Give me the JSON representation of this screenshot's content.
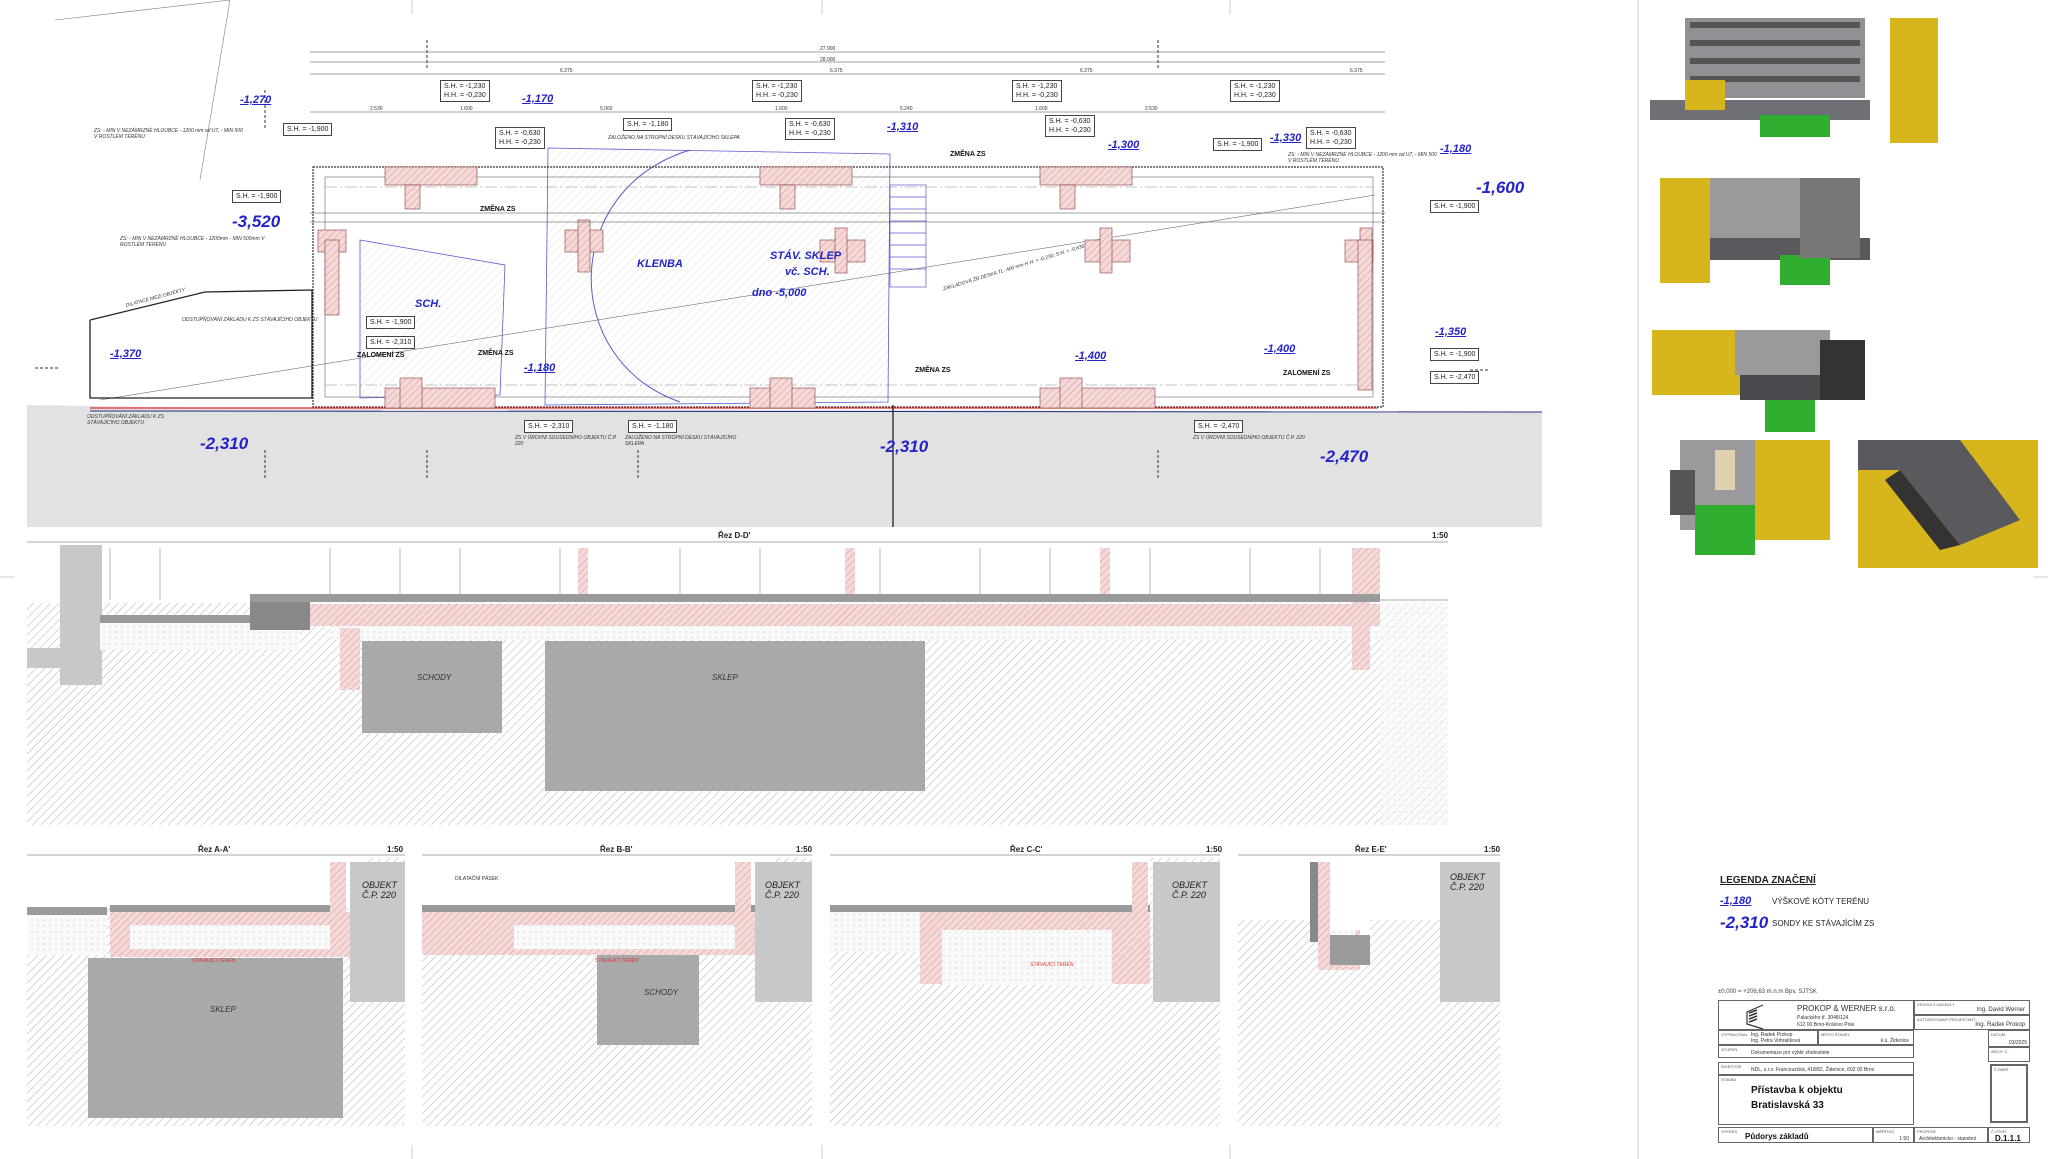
{
  "plan": {
    "terrain_levels": [
      "-1,270",
      "-1,170",
      "-1,310",
      "-1,300",
      "-1,330",
      "-1,180",
      "-1,370",
      "-1,180",
      "-1,400",
      "-1,400",
      "-1,350"
    ],
    "probe_levels": [
      "-3,520",
      "-1,600",
      "-2,310",
      "-2,310",
      "-2,470"
    ],
    "rooms": [
      "SCH.",
      "KLENBA",
      "STÁV. SKLEP",
      "vč. SCH.",
      "dno -5,000"
    ],
    "zs_labels": [
      "ZMĚNA ZS",
      "ZMĚNA ZS",
      "ZMĚNA ZS",
      "ZMĚNA ZS",
      "ZALOMENÍ ZS",
      "ZALOMENÍ ZS"
    ],
    "level_boxes": [
      [
        "S.H. = -1,230",
        "H.H. = -0,230"
      ],
      [
        "S.H. = -1,230",
        "H.H. = -0,230"
      ],
      [
        "S.H. = -1,230",
        "H.H. = -0,230"
      ],
      [
        "S.H. = -1,230",
        "H.H. = -0,230"
      ],
      [
        "S.H. = -0,630",
        "H.H. = -0,230"
      ],
      [
        "S.H. = -0,630",
        "H.H. = -0,230"
      ],
      [
        "S.H. = -0,630",
        "H.H. = -0,230"
      ],
      [
        "S.H. = -0,630",
        "H.H. = -0,230"
      ],
      [
        "S.H. = -1,900"
      ],
      [
        "S.H. = -1,900"
      ],
      [
        "S.H. = -1,180"
      ],
      [
        "S.H. = -1,900"
      ],
      [
        "S.H. = -1,900"
      ],
      [
        "S.H. = -1,900"
      ],
      [
        "S.H. = -2,310"
      ],
      [
        "S.H. = -2,310"
      ],
      [
        "S.H. = -1,180"
      ],
      [
        "S.H. = -2,470"
      ],
      [
        "S.H. = -1,900"
      ],
      [
        "S.H. = -2,470"
      ]
    ],
    "notes": [
      "ZS: - MIN V NEZÁMRZNÉ HLOUBCE - 1200 mm od UT, - MIN 500 V ROSTLÉM TERÉNU",
      "ZS: - MIN V NEZÁMRZNÉ HLOUBCE - 1200mm - MIN 500mm V ROSTLÉM TERÉNU",
      "ZS: - MIN V NEZÁMRZNÉ HLOUBCE - 1200 mm od UT, - MIN 500 V ROSTLÉM TERÉNU",
      "ZALOŽENO NA STROPNÍ DESKU STÁVAJÍCÍHO SKLEPA",
      "DILATACE MEZI OBJEKTY",
      "ODSTUPŇOVÁNÍ ZÁKLADU K ZS STÁVAJÍCÍHO OBJEKTU",
      "ODSTUPŇOVÁNÍ ZÁKLADU K ZS STÁVAJÍCÍHO OBJEKTU",
      "ZS V ÚROVNI SOUSEDNÍHO OBJEKTU Č.P. 220",
      "ZALOŽENO NA STROPNÍ DESKU STÁVAJÍCÍHO SKLEPA",
      "ZS V ÚROVNI SOUSEDNÍHO OBJEKTU Č.P. 220",
      "ZÁKLADOVÁ ŽB DESKA TL. 400 mm H.H. = -0,230; S.H. = -0,630"
    ],
    "dimensions": {
      "overall_1": "27.900",
      "overall_2": "28.000",
      "bays": [
        "6.375",
        "6.375",
        "6.375",
        "6.375"
      ],
      "middle": [
        "2.530",
        "1.600",
        "5.060",
        "1.600",
        "5.240",
        "1.600",
        "2.530"
      ]
    }
  },
  "sections": {
    "dd": {
      "title": "Řez D-D'",
      "scale": "1:50",
      "labels": [
        "SCHODY",
        "SKLEP"
      ]
    },
    "aa": {
      "title": "Řez A-A'",
      "scale": "1:50",
      "label": "SKLEP",
      "object": "OBJEKT Č.P. 220",
      "terrain": "STÁVAJÍCÍ TERÉN"
    },
    "bb": {
      "title": "Řez B-B'",
      "scale": "1:50",
      "label": "SCHODY",
      "object": "OBJEKT Č.P. 220",
      "terrain": "STÁVAJÍCÍ TERÉN",
      "note": "DILATAČNÍ PÁSEK"
    },
    "cc": {
      "title": "Řez C-C'",
      "scale": "1:50",
      "object": "OBJEKT Č.P. 220",
      "terrain": "STÁVAJÍCÍ TERÉN"
    },
    "ee": {
      "title": "Řez E-E'",
      "scale": "1:50",
      "object": "OBJEKT Č.P. 220"
    }
  },
  "legend": {
    "title": "LEGENDA ZNAČENÍ",
    "items": [
      {
        "symbol": "-1,180",
        "text": "VÝŠKOVÉ KÓTY TERÉNU"
      },
      {
        "symbol": "-2,310",
        "text": "SONDY KE STÁVAJÍCÍM ZS"
      }
    ]
  },
  "title_block": {
    "datum_note": "±0,000 = +206,63 m.n.m Bpv, SJTSK",
    "company": "PROKOP & WERNER s.r.o.",
    "address_1": "Palackého tř. 3048/124",
    "address_2": "612 00 Brno-Královo Pole",
    "lead_label": "VEDOUCÍ ZAKÁZKY",
    "lead": "Ing. David Werner",
    "designer_label": "AUTORIZOVANÝ PROJEKTANT",
    "designer": "Ing. Radek Prokop",
    "prepared_label": "VYPRACOVAL",
    "prepared_1": "Ing. Radek Prokop",
    "prepared_2": "Ing. Petra Vohralíková",
    "site_label": "MÍSTO STAVBY",
    "site": "k.ú. Židenice",
    "date_label": "DATUM",
    "date": "03/2025",
    "stage_label": "STUPEŇ",
    "stage": "Dokumentace pro výběr zhotovitele",
    "arch_label": "ARCH. Č.",
    "investor_label": "INVESTOR",
    "investor": "NDL, s.r.o. Francouzská, 418/82, Židenice, 602 00 Brno",
    "stamp_label": "Č.PARÉ",
    "project_label": "STAVBA",
    "project_1": "Přístavba k objektu",
    "project_2": "Bratislavská 33",
    "drawing_label": "VÝKRES",
    "drawing": "Půdorys základů",
    "scale_label": "MĚŘÍTKO",
    "scale": "1:50",
    "profession_label": "PROFESE",
    "profession": "Architektonicko - stavební",
    "number_label": "Č.VÝKR.",
    "number": "D.1.1.1"
  },
  "colors": {
    "annotation_blue": "#2323c8",
    "foundation_red": "#d88a8a",
    "ground_gray": "#e2e2e2",
    "building_yellow": "#d7b51c",
    "foundation_green": "#2fae2f"
  }
}
